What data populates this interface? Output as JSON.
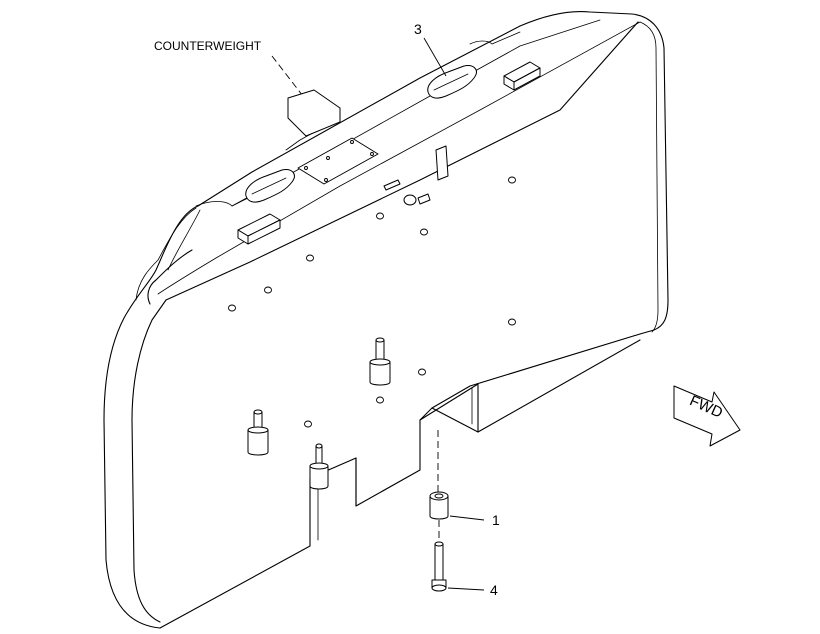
{
  "labels": {
    "counterweight": "COUNTERWEIGHT",
    "fwd": "FWD"
  },
  "callouts": [
    {
      "id": "part-3",
      "number": "3"
    },
    {
      "id": "part-1",
      "number": "1"
    },
    {
      "id": "part-4",
      "number": "4"
    }
  ],
  "colors": {
    "line": "#000000",
    "background": "#ffffff"
  }
}
